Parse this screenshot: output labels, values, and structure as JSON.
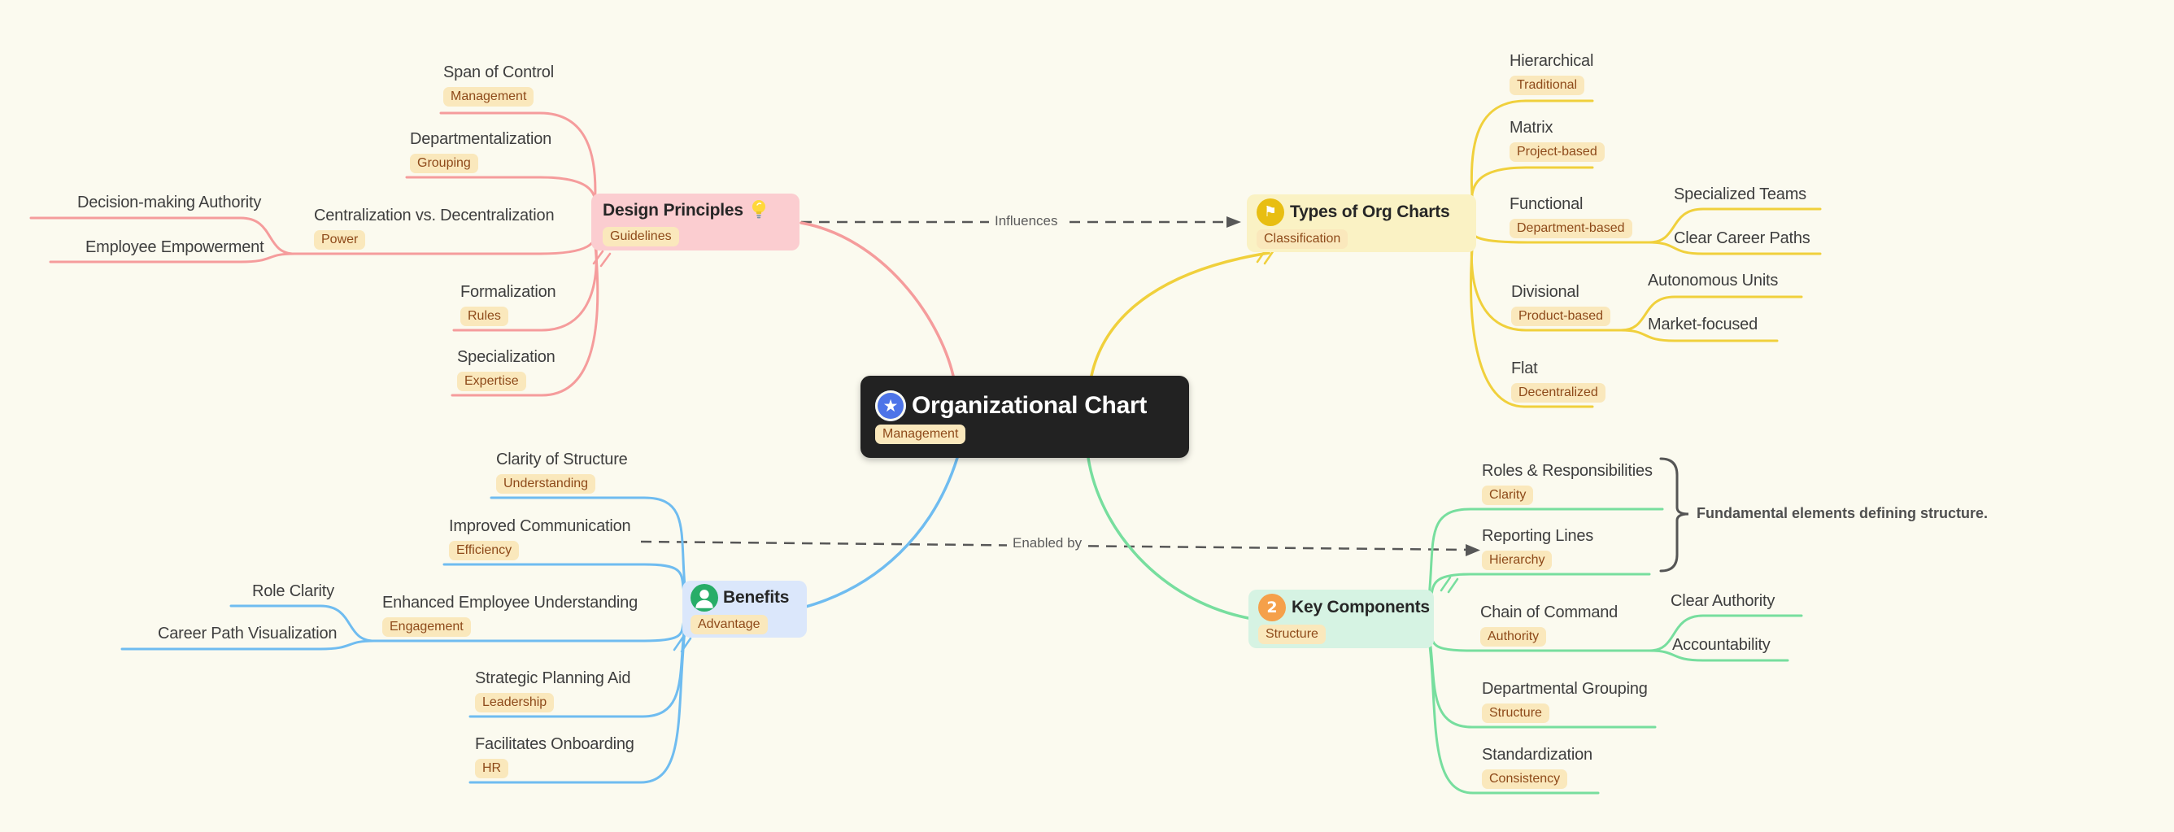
{
  "root": {
    "title": "Organizational Chart",
    "tag": "Management",
    "icon_glyph": "★"
  },
  "links": {
    "influences": "Influences",
    "enabled_by": "Enabled by"
  },
  "note": "Fundamental elements defining structure.",
  "palette": {
    "canvas_bg": "#FBFAEF",
    "central_bg": "#222222",
    "pink_line": "#F59C9C",
    "pink_node_bg": "#FBCDD0",
    "yellow_line": "#F0D03C",
    "yellow_node_bg": "#FAF2C4",
    "blue_line": "#6FBCF0",
    "blue_node_bg": "#DBE7FB",
    "green_line": "#77DE9E",
    "green_node_bg": "#D6F3E3",
    "dashed_link": "#575757",
    "tag_bg": "#FAE8BC",
    "tag_text": "#8E4A1A",
    "star_icon_bg": "#4D74E8",
    "flag_icon_bg": "#E8BE12",
    "person_icon_bg": "#27AD68",
    "number_icon_bg": "#F5A04A"
  },
  "branches": {
    "dp": {
      "title": "Design Principles",
      "tag": "Guidelines",
      "icon": "lightbulb",
      "children": {
        "soc": {
          "label": "Span of Control",
          "tag": "Management"
        },
        "dep": {
          "label": "Departmentalization",
          "tag": "Grouping"
        },
        "cvd": {
          "label": "Centralization vs. Decentralization",
          "tag": "Power"
        },
        "dma": {
          "label": "Decision-making Authority"
        },
        "ee": {
          "label": "Employee Empowerment"
        },
        "form": {
          "label": "Formalization",
          "tag": "Rules"
        },
        "spec": {
          "label": "Specialization",
          "tag": "Expertise"
        }
      }
    },
    "types": {
      "title": "Types of Org Charts",
      "tag": "Classification",
      "icon": "flag",
      "icon_glyph": "⚑",
      "children": {
        "hier": {
          "label": "Hierarchical",
          "tag": "Traditional"
        },
        "matrix": {
          "label": "Matrix",
          "tag": "Project-based"
        },
        "func": {
          "label": "Functional",
          "tag": "Department-based"
        },
        "st": {
          "label": "Specialized Teams"
        },
        "ccp": {
          "label": "Clear Career Paths"
        },
        "div": {
          "label": "Divisional",
          "tag": "Product-based"
        },
        "au": {
          "label": "Autonomous Units"
        },
        "mf": {
          "label": "Market-focused"
        },
        "flat": {
          "label": "Flat",
          "tag": "Decentralized"
        }
      }
    },
    "benefits": {
      "title": "Benefits",
      "tag": "Advantage",
      "icon": "person",
      "children": {
        "cos": {
          "label": "Clarity of Structure",
          "tag": "Understanding"
        },
        "ic": {
          "label": "Improved Communication",
          "tag": "Efficiency"
        },
        "eeu": {
          "label": "Enhanced Employee Understanding",
          "tag": "Engagement"
        },
        "rc": {
          "label": "Role Clarity"
        },
        "cpv": {
          "label": "Career Path Visualization"
        },
        "spa": {
          "label": "Strategic Planning Aid",
          "tag": "Leadership"
        },
        "fo": {
          "label": "Facilitates Onboarding",
          "tag": "HR"
        }
      }
    },
    "kc": {
      "title": "Key Components",
      "tag": "Structure",
      "icon": "number-2",
      "icon_glyph": "2",
      "children": {
        "rr": {
          "label": "Roles & Responsibilities",
          "tag": "Clarity"
        },
        "rl": {
          "label": "Reporting Lines",
          "tag": "Hierarchy"
        },
        "coc": {
          "label": "Chain of Command",
          "tag": "Authority"
        },
        "ca": {
          "label": "Clear Authority"
        },
        "acc": {
          "label": "Accountability"
        },
        "dg": {
          "label": "Departmental Grouping",
          "tag": "Structure"
        },
        "std": {
          "label": "Standardization",
          "tag": "Consistency"
        }
      }
    }
  }
}
